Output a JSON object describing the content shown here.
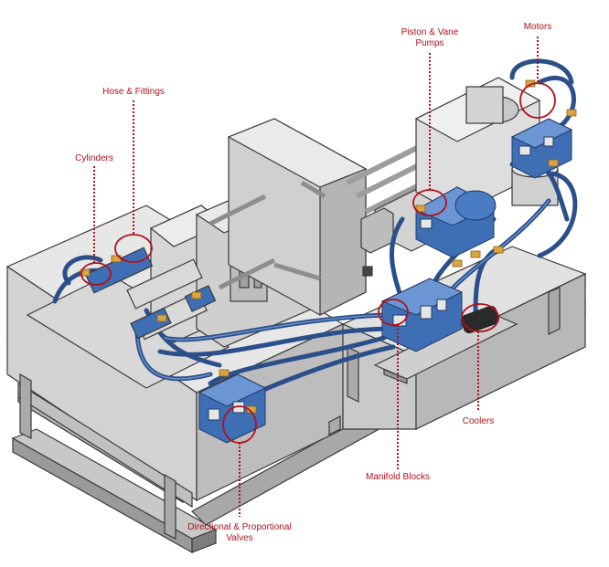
{
  "labels": {
    "motors": "Motors",
    "piston_pumps_line1": "Piston & Vane",
    "piston_pumps_line2": "Pumps",
    "hose_fittings": "Hose & Fittings",
    "cylinders": "Cylinders",
    "coolers": "Coolers",
    "manifold_blocks": "Manifold Blocks",
    "directional_line1": "Directional & Proportional",
    "directional_line2": "Valves"
  },
  "colors": {
    "callout": "#b3111a",
    "hose": "#2b4f8a",
    "component": "#3e6fb5",
    "fitting": "#d9a441",
    "machine_light": "#e4e4e4",
    "machine_mid": "#c8c8c8",
    "machine_dark": "#9a9a9a",
    "outline": "#3a3a3a"
  }
}
